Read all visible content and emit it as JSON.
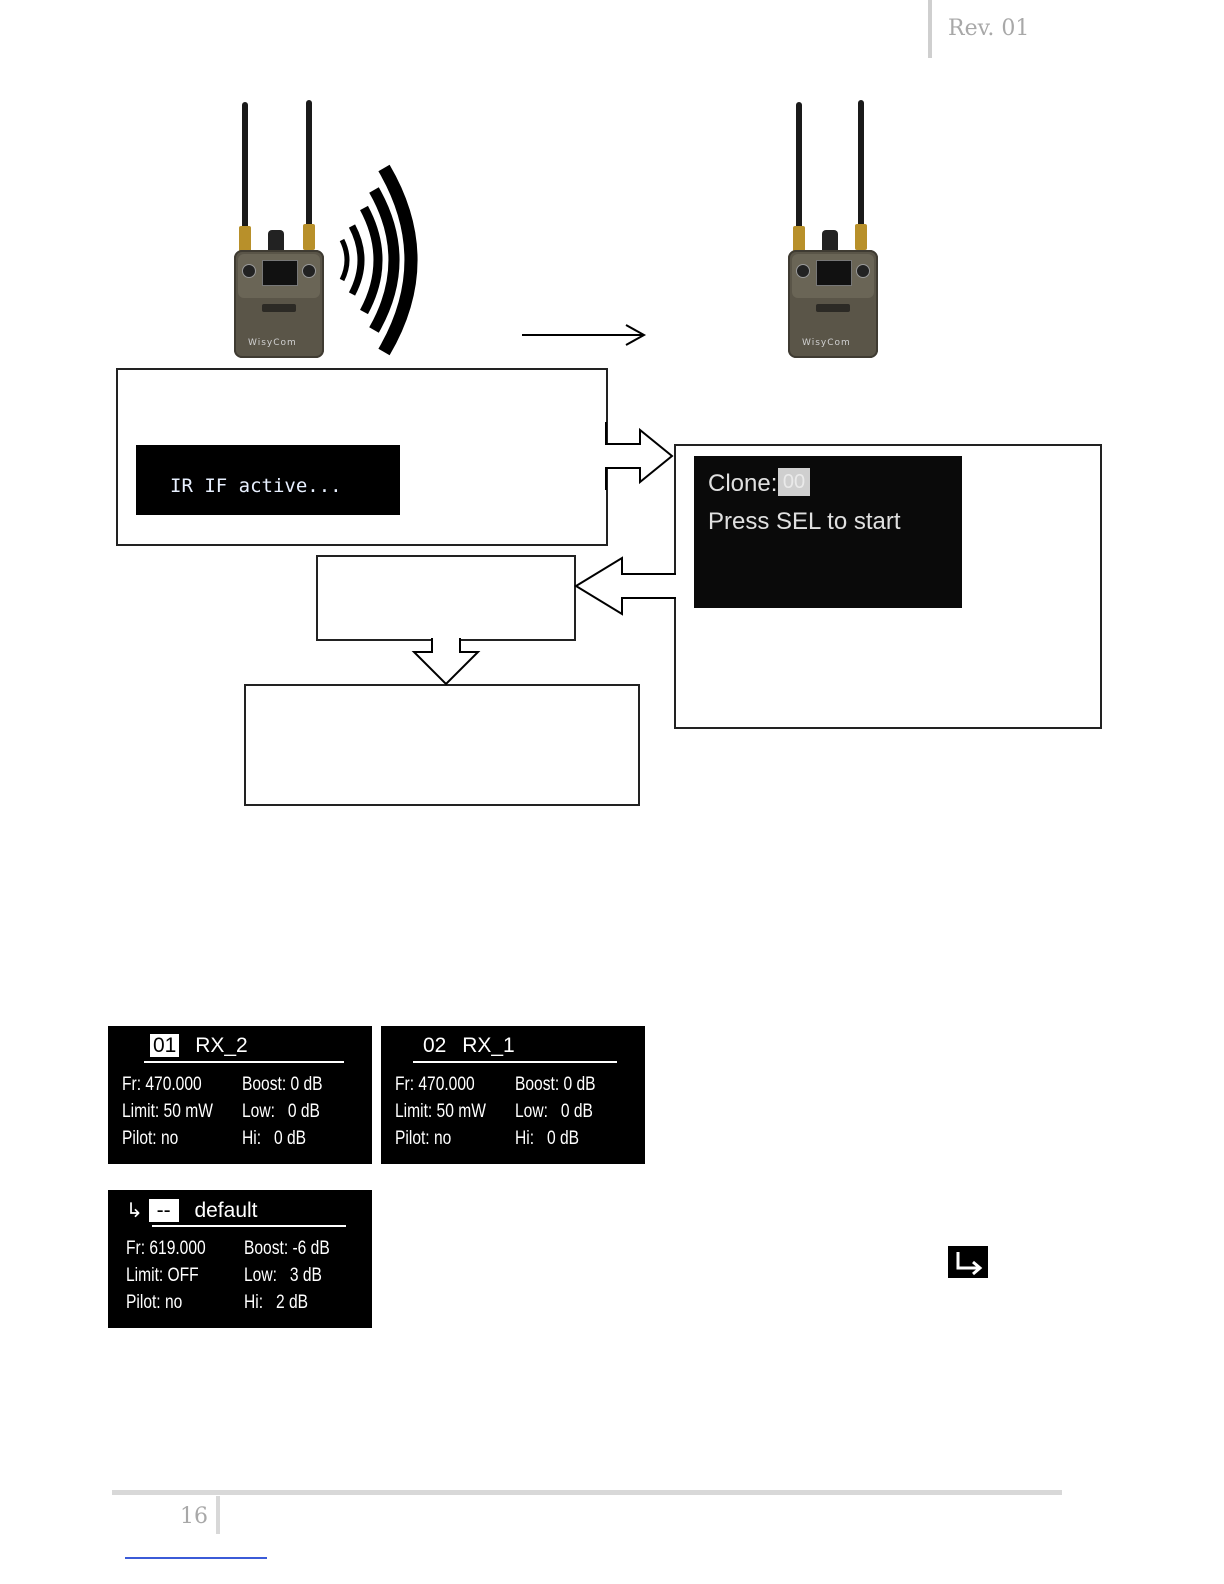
{
  "header": {
    "revision": "Rev. 01"
  },
  "devices": [
    {
      "brand": "WisyCom"
    },
    {
      "brand": "WisyCom"
    }
  ],
  "clone_flow": {
    "ir_display": "IR IF active...",
    "clone_display": {
      "label": "Clone:",
      "value": "00",
      "instruction": "Press SEL to start"
    }
  },
  "screens": [
    {
      "index": "01",
      "name": "RX_2",
      "rows": [
        {
          "left": "Fr: 470.000",
          "right": "Boost: 0 dB"
        },
        {
          "left": "Limit: 50 mW",
          "right": "Low:   0 dB"
        },
        {
          "left": "Pilot: no",
          "right": "Hi:   0 dB"
        }
      ]
    },
    {
      "index": "02",
      "name": "RX_1",
      "rows": [
        {
          "left": "Fr: 470.000",
          "right": "Boost: 0 dB"
        },
        {
          "left": "Limit: 50 mW",
          "right": "Low:   0 dB"
        },
        {
          "left": "Pilot: no",
          "right": "Hi:   0 dB"
        }
      ]
    },
    {
      "index": "--",
      "name": "default",
      "rows": [
        {
          "left": "Fr: 619.000",
          "right": "Boost: -6 dB"
        },
        {
          "left": "Limit: OFF",
          "right": "Low:   3 dB"
        },
        {
          "left": "Pilot: no",
          "right": "Hi:   2 dB"
        }
      ]
    }
  ],
  "footer": {
    "page_number": "16"
  },
  "icons": {
    "return_icon": "return-arrow-icon"
  }
}
